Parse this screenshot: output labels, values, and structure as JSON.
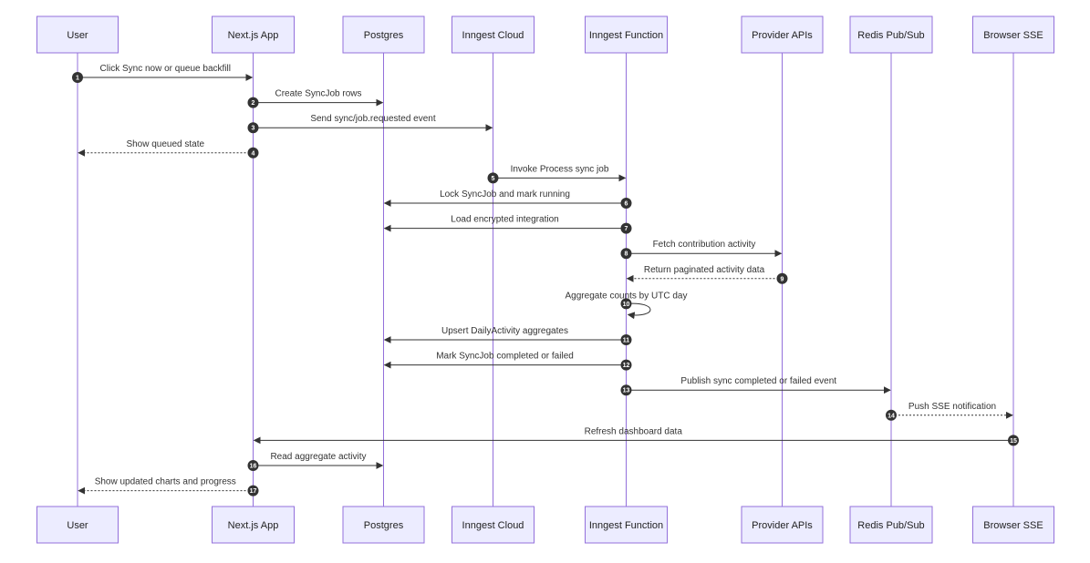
{
  "participants": [
    {
      "id": "user",
      "label": "User"
    },
    {
      "id": "next",
      "label": "Next.js App"
    },
    {
      "id": "pg",
      "label": "Postgres"
    },
    {
      "id": "cloud",
      "label": "Inngest Cloud"
    },
    {
      "id": "fn",
      "label": "Inngest Function"
    },
    {
      "id": "prov",
      "label": "Provider APIs"
    },
    {
      "id": "redis",
      "label": "Redis Pub/Sub"
    },
    {
      "id": "sse",
      "label": "Browser SSE"
    }
  ],
  "messages": [
    {
      "num": "1",
      "from": "user",
      "to": "next",
      "text": "Click Sync now or queue backfill",
      "style": "solid"
    },
    {
      "num": "2",
      "from": "next",
      "to": "pg",
      "text": "Create SyncJob rows",
      "style": "solid"
    },
    {
      "num": "3",
      "from": "next",
      "to": "cloud",
      "text": "Send sync/job.requested event",
      "style": "solid"
    },
    {
      "num": "4",
      "from": "next",
      "to": "user",
      "text": "Show queued state",
      "style": "dashed"
    },
    {
      "num": "5",
      "from": "cloud",
      "to": "fn",
      "text": "Invoke Process sync job",
      "style": "solid"
    },
    {
      "num": "6",
      "from": "fn",
      "to": "pg",
      "text": "Lock SyncJob and mark running",
      "style": "solid"
    },
    {
      "num": "7",
      "from": "fn",
      "to": "pg",
      "text": "Load encrypted integration",
      "style": "solid"
    },
    {
      "num": "8",
      "from": "fn",
      "to": "prov",
      "text": "Fetch contribution activity",
      "style": "solid"
    },
    {
      "num": "9",
      "from": "prov",
      "to": "fn",
      "text": "Return paginated activity data",
      "style": "dashed"
    },
    {
      "num": "10",
      "from": "fn",
      "to": "fn",
      "text": "Aggregate counts by UTC day",
      "style": "self"
    },
    {
      "num": "11",
      "from": "fn",
      "to": "pg",
      "text": "Upsert DailyActivity aggregates",
      "style": "solid"
    },
    {
      "num": "12",
      "from": "fn",
      "to": "pg",
      "text": "Mark SyncJob completed or failed",
      "style": "solid"
    },
    {
      "num": "13",
      "from": "fn",
      "to": "redis",
      "text": "Publish sync completed or failed event",
      "style": "solid"
    },
    {
      "num": "14",
      "from": "redis",
      "to": "sse",
      "text": "Push SSE notification",
      "style": "dashed"
    },
    {
      "num": "15",
      "from": "sse",
      "to": "next",
      "text": "Refresh dashboard data",
      "style": "solid"
    },
    {
      "num": "16",
      "from": "next",
      "to": "pg",
      "text": "Read aggregate activity",
      "style": "solid"
    },
    {
      "num": "17",
      "from": "next",
      "to": "user",
      "text": "Show updated charts and progress",
      "style": "dashed"
    }
  ]
}
